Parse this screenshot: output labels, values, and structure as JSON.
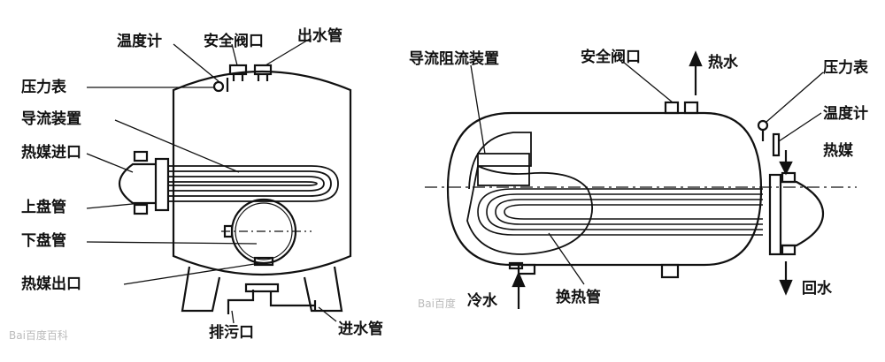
{
  "vertical": {
    "labels": {
      "thermometer": "温度计",
      "safety_valve": "安全阀口",
      "water_outlet": "出水管",
      "pressure_gauge": "压力表",
      "flow_guide": "导流装置",
      "medium_inlet": "热媒进口",
      "upper_coil": "上盘管",
      "lower_coil": "下盘管",
      "medium_outlet": "热媒出口",
      "drain": "排污口",
      "water_inlet": "进水管"
    }
  },
  "horizontal": {
    "labels": {
      "flow_baffle": "导流阻流装置",
      "safety_valve": "安全阀口",
      "hot_water": "热水",
      "pressure_gauge": "压力表",
      "thermometer": "温度计",
      "medium": "热媒",
      "cold_water": "冷水",
      "heat_exchange_tube": "换热管",
      "return_water": "回水"
    }
  },
  "watermark": {
    "left": "Bai百度百科",
    "center": "Bai百度"
  }
}
